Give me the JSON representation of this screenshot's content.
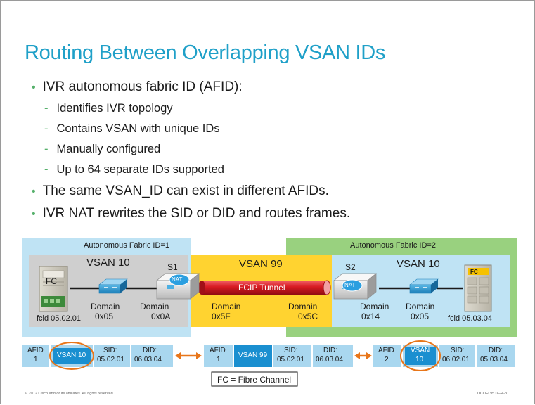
{
  "title": "Routing Between Overlapping VSAN IDs",
  "bullets": {
    "b1": "IVR autonomous fabric ID (AFID):",
    "b1_subs": [
      "Identifies IVR topology",
      "Contains VSAN with unique IDs",
      "Manually configured",
      "Up to 64 separate IDs supported"
    ],
    "b2": "The same VSAN_ID can exist in different AFIDs.",
    "b3": "IVR NAT rewrites the SID or DID and routes frames."
  },
  "diagram": {
    "afid1_label": "Autonomous Fabric ID=1",
    "afid2_label": "Autonomous Fabric ID=2",
    "left_vsan": "VSAN 10",
    "mid_vsan": "VSAN 99",
    "right_vsan": "VSAN 10",
    "s1": "S1",
    "s2": "S2",
    "nat": "NAT",
    "tunnel": "FCIP Tunnel",
    "fc": "FC",
    "domain": "Domain",
    "left_fcid": "fcid 05.02.01",
    "right_fcid": "fcid 05.03.04",
    "d_05_left": "0x05",
    "d_0a": "0x0A",
    "d_5f": "0x5F",
    "d_5c": "0x5C",
    "d_14": "0x14",
    "d_05_right": "0x05"
  },
  "frames": [
    {
      "afid_label": "AFID",
      "afid_val": "1",
      "vsan": "VSAN 10",
      "sid_label": "SID:",
      "sid": "05.02.01",
      "did_label": "DID:",
      "did": "06.03.04"
    },
    {
      "afid_label": "AFID",
      "afid_val": "1",
      "vsan": "VSAN 99",
      "sid_label": "SID:",
      "sid": "05.02.01",
      "did_label": "DID:",
      "did": "06.03.04"
    },
    {
      "afid_label": "AFID",
      "afid_val": "2",
      "vsan": "VSAN",
      "vsan2": "10",
      "sid_label": "SID:",
      "sid": "06.02.01",
      "did_label": "DID:",
      "did": "05.03.04"
    }
  ],
  "legend": "FC = Fibre Channel",
  "footer_left": "© 2012 Cisco and/or its affiliates. All rights reserved.",
  "footer_right": "DCUFI v5.0—4-31",
  "colors": {
    "title": "#1fa0c8",
    "bullet": "#56b06b",
    "afid1": "#bfe3f4",
    "afid2": "#99d17f",
    "vsan99": "#ffd330",
    "tunnel": "#d71a22",
    "frame": "#a9d7ef",
    "vsan_box": "#1a8fd0",
    "oval": "#e8761a"
  }
}
